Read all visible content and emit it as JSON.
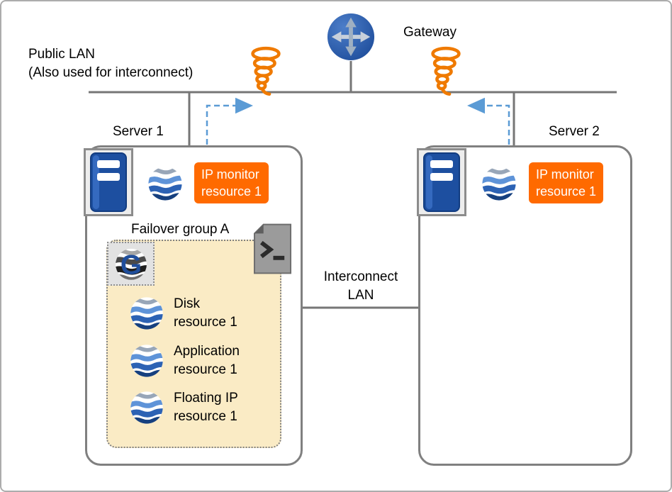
{
  "labels": {
    "public_lan_line1": "Public LAN",
    "public_lan_line2": "(Also used for interconnect)",
    "gateway": "Gateway",
    "interconnect_line1": "Interconnect",
    "interconnect_line2": "LAN"
  },
  "servers": [
    {
      "name": "Server 1",
      "monitor_label_line1": "IP monitor",
      "monitor_label_line2": "resource 1"
    },
    {
      "name": "Server 2",
      "monitor_label_line1": "IP monitor",
      "monitor_label_line2": "resource 1"
    }
  ],
  "failover_group": {
    "title": "Failover group A",
    "resources": [
      {
        "name": "Disk",
        "sub": "resource 1"
      },
      {
        "name": "Application",
        "sub": "resource 1"
      },
      {
        "name": "Floating IP",
        "sub": "resource 1"
      }
    ]
  },
  "icons": {
    "gateway": "router-gateway-icon",
    "server": "server-tower-icon",
    "cluster_resource": "wave-sphere-icon",
    "failover_group": "group-g-icon",
    "exec_script": "script-file-icon",
    "ip_monitor_path": "orange-coil-icon",
    "monitor_direction": "dashed-arrow-icon"
  },
  "colors": {
    "badge_orange": "#FF6A00",
    "coil_orange": "#EF7A00",
    "arrow_blue": "#5B9BD5",
    "line_gray": "#767676",
    "box_border_gray": "#808080",
    "group_fill": "#FAEBC5",
    "brand_blue": "#1F4E9C"
  }
}
